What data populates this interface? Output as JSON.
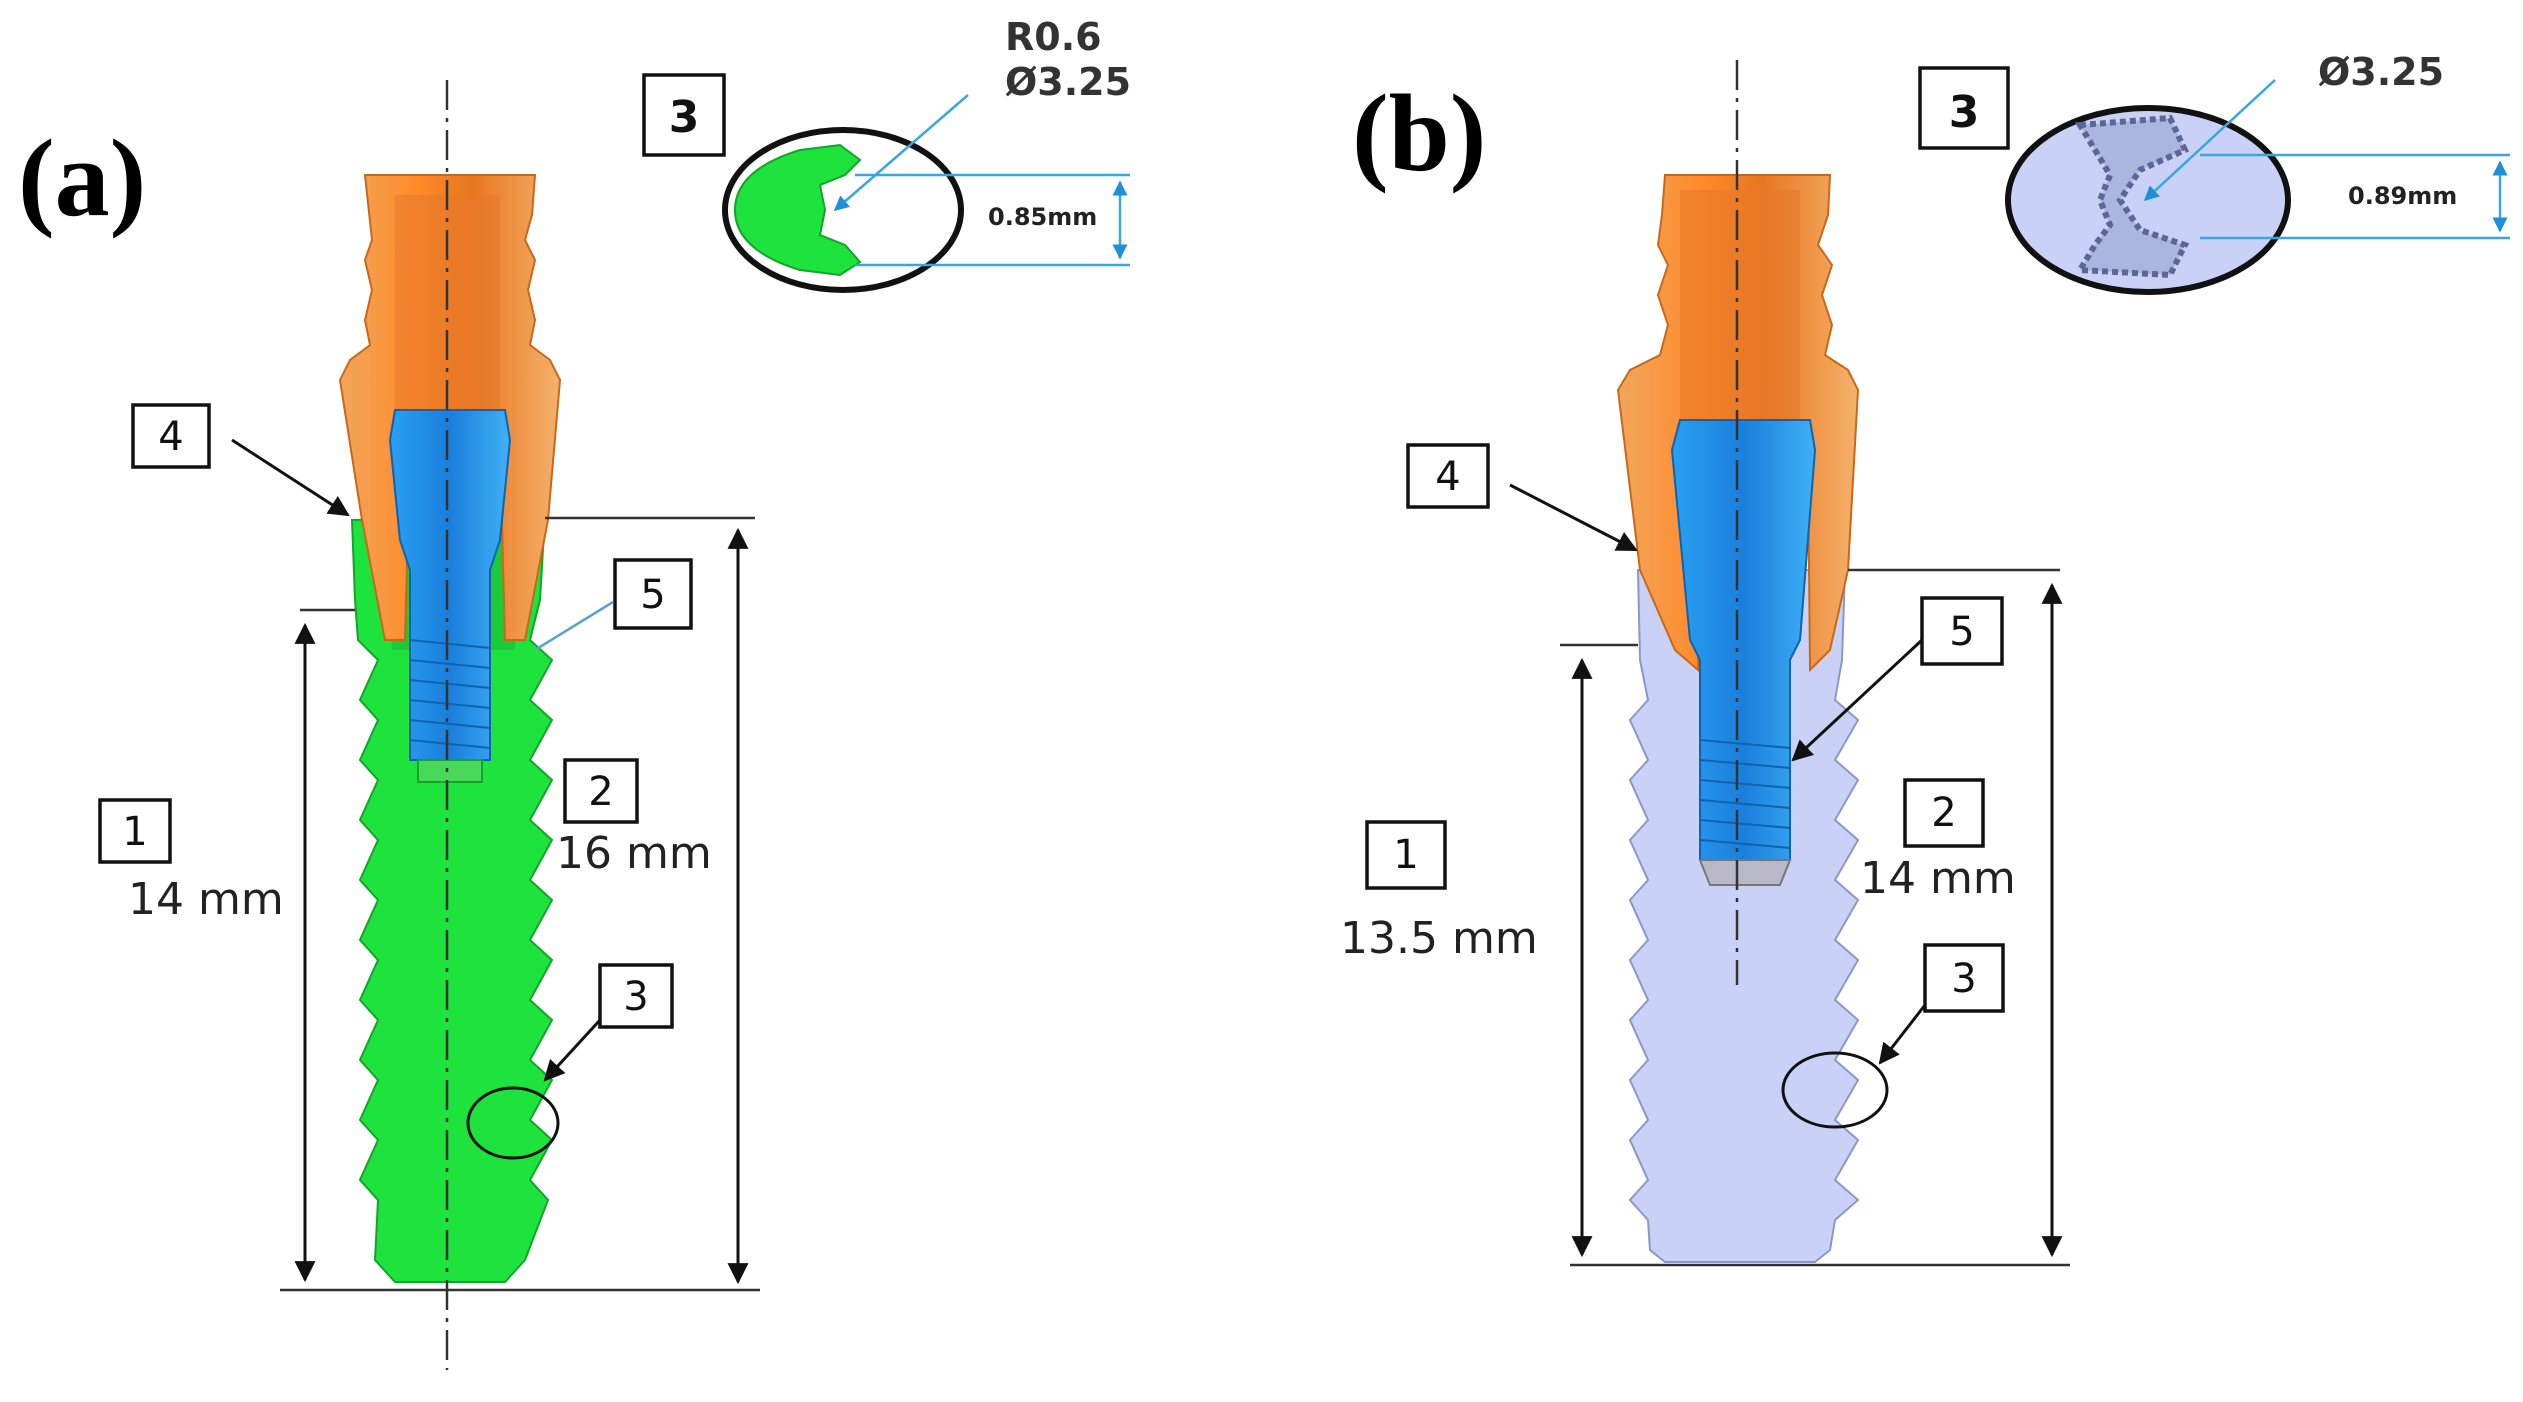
{
  "panels": [
    {
      "letter": "(a)",
      "callouts": [
        "1",
        "2",
        "3",
        "3",
        "4",
        "5"
      ],
      "dim_1": "14 mm",
      "dim_2": "16 mm",
      "detail_radius": "R0.6",
      "detail_diameter": "Ø3.25",
      "detail_pitch": "0.85mm",
      "colors": {
        "implant": "#1ee33c",
        "abutment": "#f39a45",
        "screw": "#1e88e6"
      }
    },
    {
      "letter": "(b)",
      "callouts": [
        "1",
        "2",
        "3",
        "3",
        "4",
        "5"
      ],
      "dim_1": "13.5 mm",
      "dim_2": "14 mm",
      "detail_diameter": "Ø3.25",
      "detail_pitch": "0.89mm",
      "colors": {
        "implant": "#c9d2f6",
        "abutment": "#f39a45",
        "screw": "#1e88e6"
      }
    }
  ]
}
